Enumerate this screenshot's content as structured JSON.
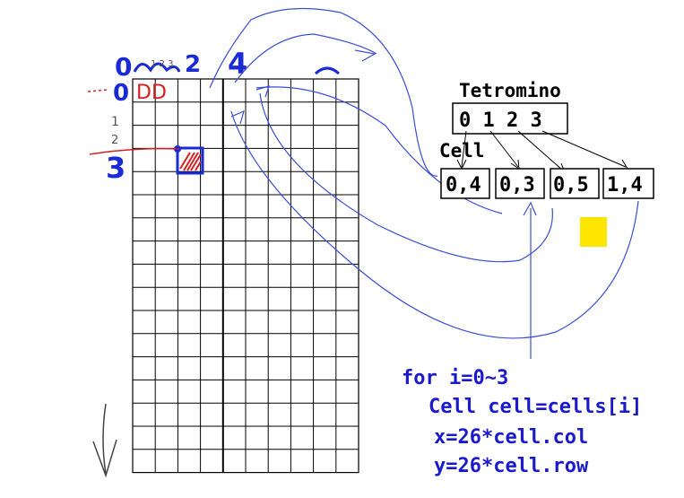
{
  "colors": {
    "ink_blue": "#1a2bd6",
    "thin_blue": "#3b4fd8",
    "red": "#d42020",
    "yellow": "#ffe600",
    "grid": "#000000",
    "code": "#1a1acc"
  },
  "grid_board": {
    "cols": 10,
    "rows": 17
  },
  "hand_labels": {
    "top_0": "0",
    "top_2": "2",
    "top_4": "4",
    "top_small": "1 2 3",
    "left_0": "0",
    "left_3": "3",
    "left_small_1": "1",
    "left_small_2": "2",
    "red_d": "DD"
  },
  "tetromino": {
    "title": "Tetromino",
    "indices": "0 1 2 3"
  },
  "cell": {
    "title": "Cell",
    "items": [
      "0,4",
      "0,3",
      "0,5",
      "1,4"
    ]
  },
  "code": {
    "line1": "for i=0~3",
    "line2": "Cell cell=cells[i]",
    "line3": "x=26*cell.col",
    "line4": "y=26*cell.row"
  }
}
